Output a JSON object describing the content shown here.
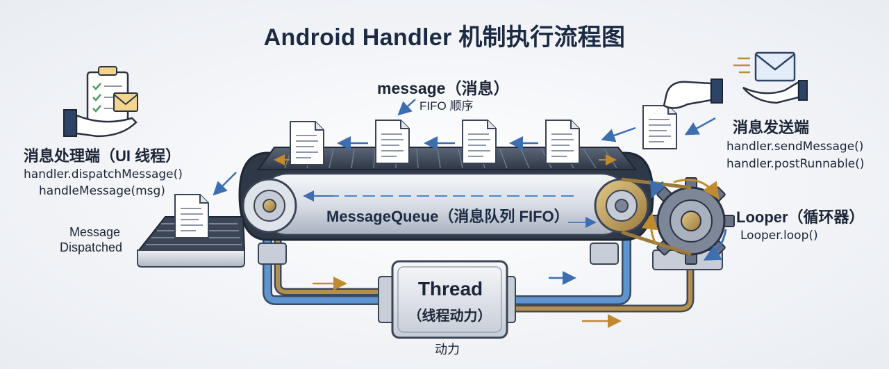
{
  "title": "Android Handler 机制执行流程图",
  "message": {
    "label": "message（消息）",
    "fifo": "FIFO 顺序"
  },
  "sender": {
    "title": "消息发送端",
    "line1": "handler.sendMessage()",
    "line2": "handler.postRunnable()"
  },
  "handler_side": {
    "title": "消息处理端（UI 线程）",
    "line1": "handler.dispatchMessage()",
    "line2": "handleMessage(msg)"
  },
  "dispatched": {
    "line1": "Message",
    "line2": "Dispatched"
  },
  "queue": {
    "label": "MessageQueue（消息队列 FIFO）"
  },
  "looper": {
    "title": "Looper（循环器）",
    "method": "Looper.loop()"
  },
  "thread": {
    "title": "Thread",
    "subtitle": "（线程动力）",
    "power": "动力"
  },
  "icons": [
    "clipboard-icon",
    "envelope-icon",
    "hand-icon",
    "document-icon",
    "gear-icon",
    "tray-icon"
  ],
  "colors": {
    "title": "#1c2b44",
    "belt_dark": "#3b4556",
    "pipe_blue": "#4f86c6",
    "pipe_gold": "#b08d4a",
    "arrow_blue": "#3d6fb0"
  }
}
